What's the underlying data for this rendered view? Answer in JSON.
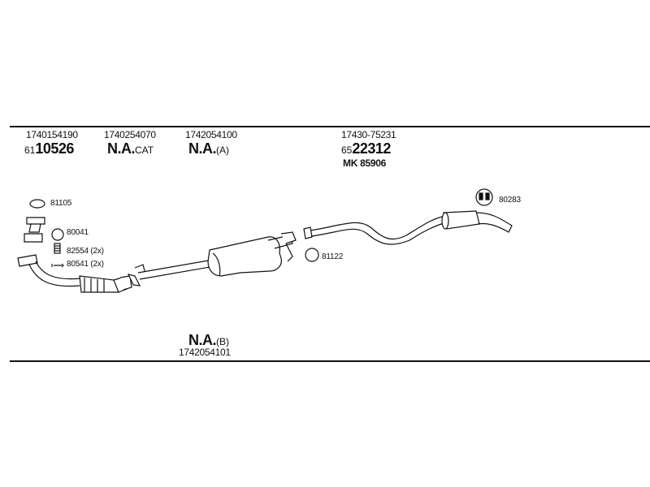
{
  "columns": [
    {
      "code": "1740154190",
      "prefix": "61",
      "main": "10526",
      "suffix": ""
    },
    {
      "code": "1740254070",
      "prefix": "",
      "main": "N.A.",
      "suffix": "CAT"
    },
    {
      "code": "1742054100",
      "prefix": "",
      "main": "N.A.",
      "suffix": "(A)"
    },
    {
      "code": "17430-75231",
      "prefix": "65",
      "main": "22312",
      "suffix": "",
      "extra": "MK 85906"
    }
  ],
  "bottom": {
    "main": "N.A.",
    "suffix": "(B)",
    "code": "1742054101"
  },
  "parts": {
    "p81105": "81105",
    "p80041": "80041",
    "p82554": "82554 (2x)",
    "p80541": "80541 (2x)",
    "p81122": "81122",
    "p80283": "80283"
  }
}
